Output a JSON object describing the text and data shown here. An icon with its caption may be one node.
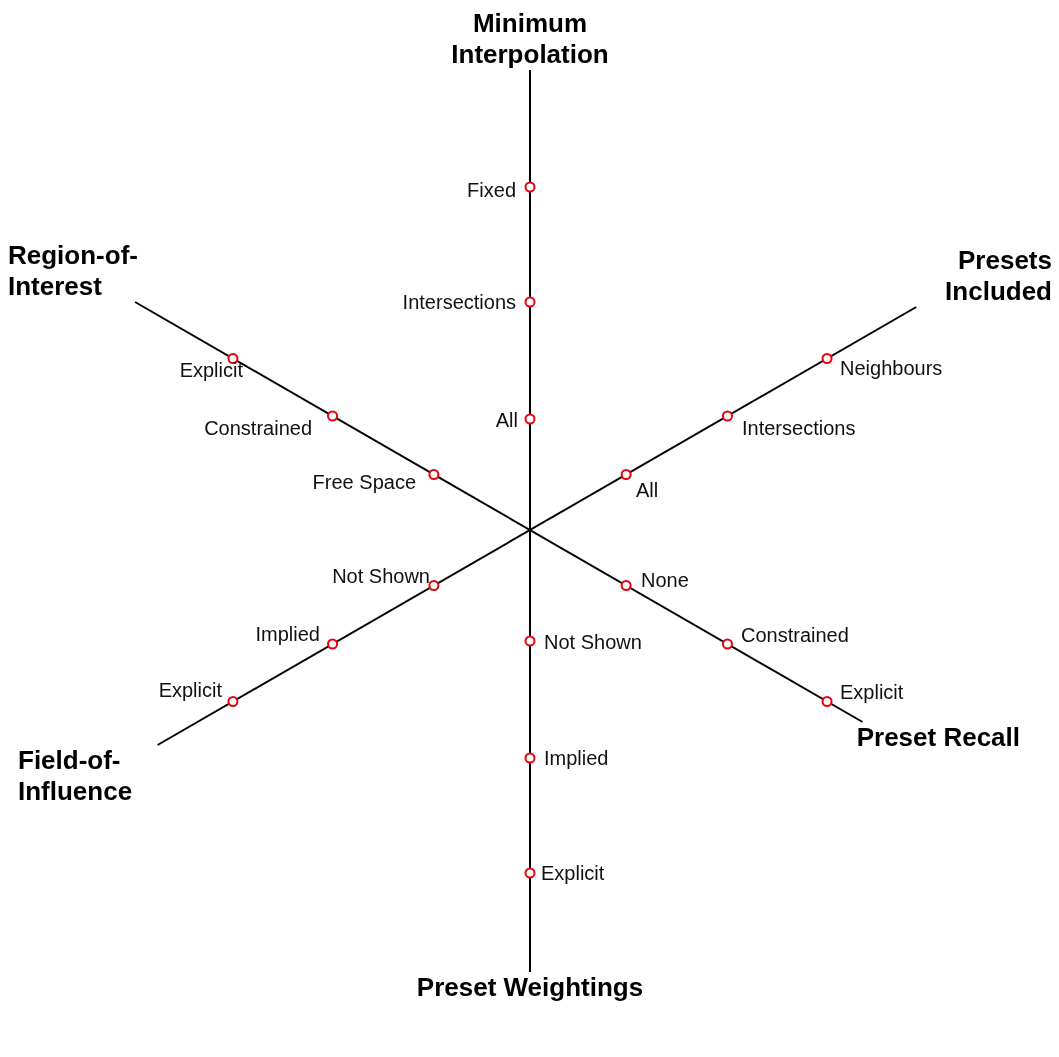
{
  "diagram": {
    "nodes": [
      {
        "text": [
          "Minimum Interpolation"
        ]
      },
      {
        "text": [
          "Region-of-Interest"
        ]
      },
      {
        "text": [
          "Presets Included"
        ]
      },
      {
        "text": [
          "Field-of-Influence"
        ]
      },
      {
        "text": [
          "Preset Recall"
        ]
      },
      {
        "text": [
          "Preset Weightings"
        ]
      }
    ],
    "edges": [
      {
        "from": 0,
        "to": 5,
        "arrow": "none"
      },
      {
        "from": 1,
        "to": 4,
        "arrow": "none"
      },
      {
        "from": 2,
        "to": 3,
        "arrow": "none"
      }
    ],
    "labels": [
      "Fixed",
      "Intersections",
      "All",
      "Explicit",
      "Constrained",
      "Free Space",
      "Neighbours",
      "Intersections",
      "All",
      "Not Shown",
      "Implied",
      "Explicit",
      "None",
      "Not Shown",
      "Constrained",
      "Implied",
      "Explicit",
      "Explicit"
    ]
  }
}
